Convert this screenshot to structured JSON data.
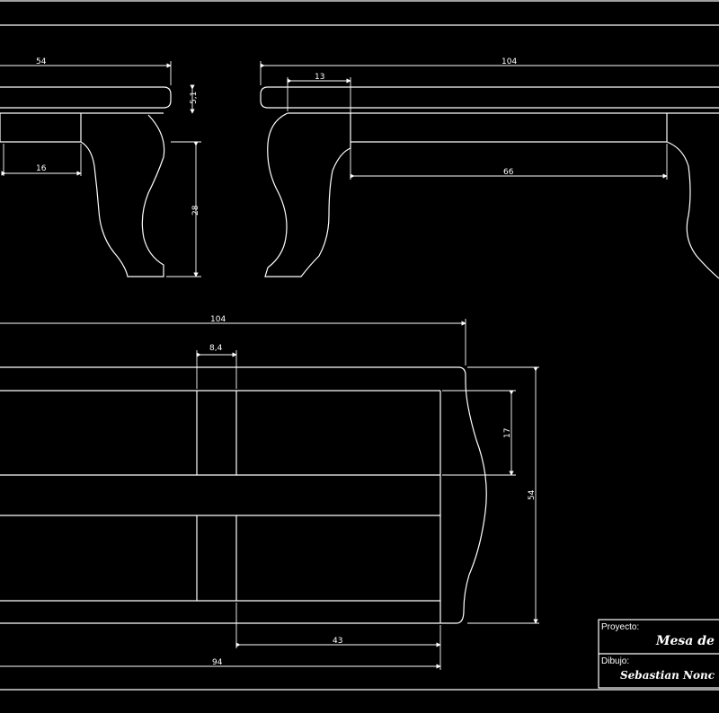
{
  "drawing": {
    "side_view": {
      "dims": {
        "width_top": "54",
        "thickness": "5,1",
        "leg_spacing": "16",
        "leg_height": "28"
      }
    },
    "front_view": {
      "dims": {
        "width_top": "104",
        "overhang": "13",
        "between_legs": "66"
      }
    },
    "plan_view": {
      "dims": {
        "length": "104",
        "slat": "8,4",
        "opening": "17",
        "depth": "54",
        "inner": "43",
        "total": "94"
      }
    },
    "title_block": {
      "proyecto_label": "Proyecto:",
      "proyecto_value": "Mesa de",
      "dibujo_label": "Dibujo:",
      "dibujo_value": "Sebastian Nonc"
    }
  }
}
